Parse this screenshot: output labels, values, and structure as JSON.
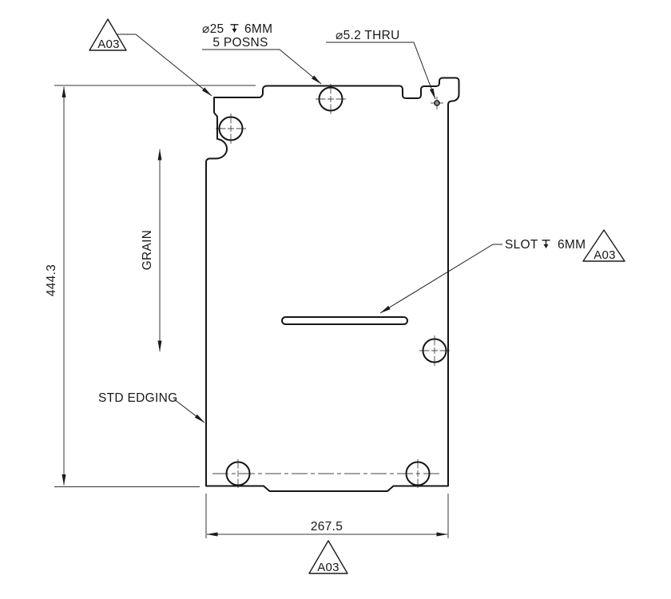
{
  "drawing": {
    "dims": {
      "height": "444.3",
      "width": "267.5"
    },
    "labels": {
      "cbore_dia": "⌀25",
      "cbore_depth": "6MM",
      "cbore_posns": "5 POSNS",
      "thru_hole": "⌀5.2 THRU",
      "slot": "SLOT",
      "slot_depth": "6MM",
      "grain": "GRAIN",
      "std_edging": "STD EDGING"
    },
    "flags": {
      "top_left": "A03",
      "slot_side": "A03",
      "bottom": "A03"
    },
    "colors": {
      "outline": "#161616",
      "dim": "#343434",
      "center": "#474747"
    }
  }
}
